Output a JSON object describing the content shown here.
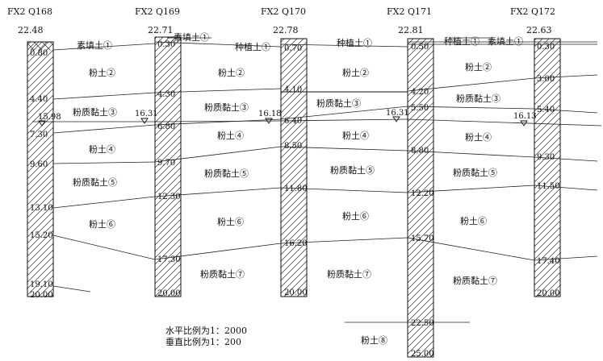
{
  "boreholes": [
    {
      "id": "Q168",
      "title": "FX2 Q168",
      "elevation": "22.48",
      "depths": [
        "0.80",
        "4.40",
        "7.30",
        "9.60",
        "13.10",
        "15.20",
        "19.10",
        "20.00"
      ],
      "water": "15.98"
    },
    {
      "id": "Q169",
      "title": "FX2 Q169",
      "elevation": "22.71",
      "depths": [
        "0.30",
        "4.30",
        "6.80",
        "9.70",
        "12.30",
        "17.30",
        "20.00"
      ],
      "water": "16.31"
    },
    {
      "id": "Q170",
      "title": "FX2 Q170",
      "elevation": "22.78",
      "depths": [
        "0.70",
        "4.10",
        "6.40",
        "8.50",
        "11.80",
        "16.20",
        "20.00"
      ],
      "water": "16.18"
    },
    {
      "id": "Q171",
      "title": "FX2 Q171",
      "elevation": "22.81",
      "depths": [
        "0.50",
        "4.20",
        "5.50",
        "8.80",
        "12.20",
        "15.70",
        "22.50",
        "25.00"
      ],
      "water": "16.31"
    },
    {
      "id": "Q172",
      "title": "FX2 Q172",
      "elevation": "22.63",
      "depths": [
        "0.30",
        "3.00",
        "5.40",
        "9.30",
        "11.50",
        "17.40",
        "20.00"
      ],
      "water": "16.13"
    }
  ],
  "layers": {
    "fill": "素填土①",
    "plant": "种植土①",
    "silt2": "粉土②",
    "clay3": "粉质黏土③",
    "silt4": "粉土④",
    "clay5": "粉质黏土⑤",
    "silt6": "粉土⑥",
    "clay7": "粉质黏土⑦",
    "silt8": "粉土⑧"
  },
  "scale": {
    "horizontal": "水平比例为1：2000",
    "vertical": "垂直比例为1：200"
  }
}
